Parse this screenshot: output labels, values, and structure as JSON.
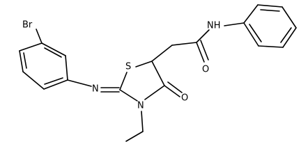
{
  "diagram": {
    "type": "chemical-structure",
    "atoms": {
      "bromine": "Br",
      "imine_nitrogen": "N",
      "sulfur": "S",
      "ring_nitrogen": "N",
      "ketone_oxygen": "O",
      "amide_nitrogen_hydrogen": "NH",
      "amide_oxygen": "O"
    },
    "colors": {
      "bond": "#000000",
      "background": "#ffffff"
    }
  }
}
